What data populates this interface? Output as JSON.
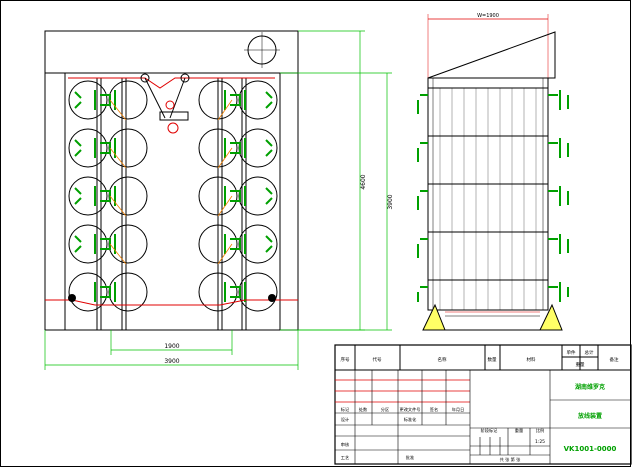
{
  "dimensions": {
    "overall_height": "4600",
    "inner_height": "3900",
    "inner_width": "1900",
    "overall_width": "3900",
    "side_top_width": "W=1900"
  },
  "title_block": {
    "header": {
      "seq": "序号",
      "code": "代号",
      "name": "名称",
      "qty": "数量",
      "material": "材料",
      "unit_weight": "单件",
      "total_weight": "总计",
      "weight": "重量",
      "remarks": "备注"
    },
    "company": "湖南维罗克",
    "drawing_title": "放线装置",
    "drawing_number": "VK1001-0000",
    "revision_row": {
      "mark": "标记",
      "count": "处数",
      "zone": "分区",
      "change_doc": "更改文件号",
      "signature": "签名",
      "date": "年月日"
    },
    "design": "设计",
    "standardization": "标准化",
    "stage_mark": "阶段标记",
    "weight_label": "重量",
    "scale_label": "比例",
    "scale": "1:25",
    "review": "审核",
    "process": "工艺",
    "approve": "批准",
    "sheet_info": "共 张 第 张"
  }
}
